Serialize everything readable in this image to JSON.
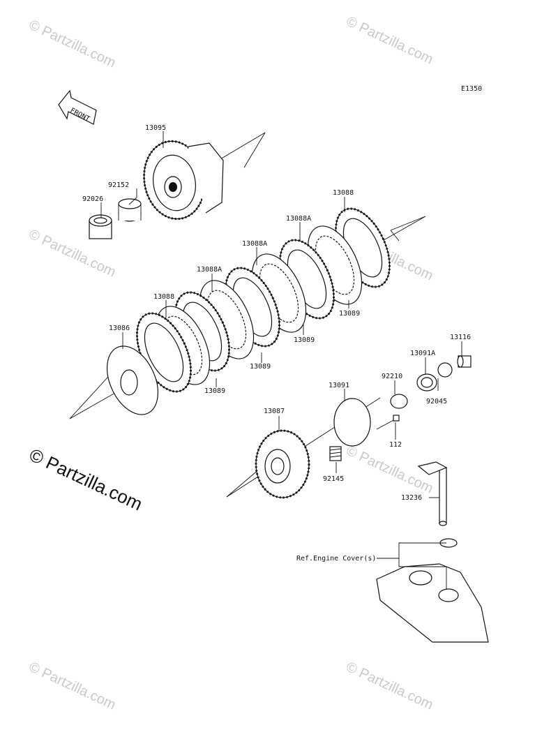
{
  "diagram_code": "E1350",
  "front_label": "FRONT",
  "copyright_main": "© Partzilla.com",
  "watermark_text": "© Partzilla.com",
  "ref_label": "Ref.Engine Cover(s)",
  "colors": {
    "ink": "#111111",
    "watermark": "#c9c9c9",
    "background": "#ffffff"
  },
  "parts": [
    {
      "id": "p13095",
      "number": "13095"
    },
    {
      "id": "p92152",
      "number": "92152"
    },
    {
      "id": "p92026",
      "number": "92026"
    },
    {
      "id": "p13088_top",
      "number": "13088"
    },
    {
      "id": "p13088A_1",
      "number": "13088A"
    },
    {
      "id": "p13088A_2",
      "number": "13088A"
    },
    {
      "id": "p13088A_3",
      "number": "13088A"
    },
    {
      "id": "p13088_left",
      "number": "13088"
    },
    {
      "id": "p13086",
      "number": "13086"
    },
    {
      "id": "p13089_1",
      "number": "13089"
    },
    {
      "id": "p13089_2",
      "number": "13089"
    },
    {
      "id": "p13089_3",
      "number": "13089"
    },
    {
      "id": "p13089_4",
      "number": "13089"
    },
    {
      "id": "p13116",
      "number": "13116"
    },
    {
      "id": "p13091A",
      "number": "13091A"
    },
    {
      "id": "p92210",
      "number": "92210"
    },
    {
      "id": "p92045",
      "number": "92045"
    },
    {
      "id": "p13091",
      "number": "13091"
    },
    {
      "id": "p13087",
      "number": "13087"
    },
    {
      "id": "p112",
      "number": "112"
    },
    {
      "id": "p92145",
      "number": "92145"
    },
    {
      "id": "p13236",
      "number": "13236"
    }
  ]
}
